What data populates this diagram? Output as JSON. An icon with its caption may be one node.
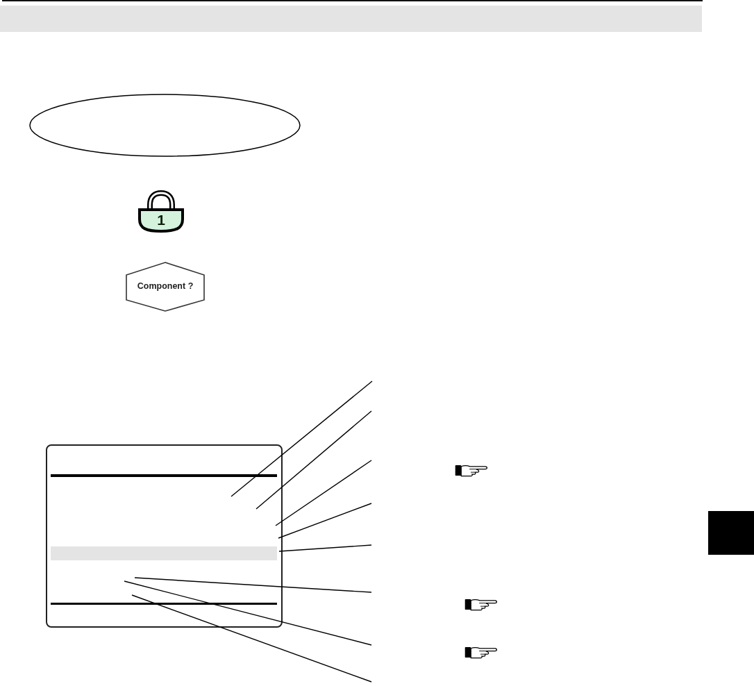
{
  "diagram": {
    "nodes": [
      {
        "text": [],
        "shape": "ellipse"
      },
      {
        "text": [
          "1"
        ]
      },
      {
        "text": [
          "Component ?"
        ]
      },
      {
        "text": [],
        "shape": "box"
      },
      {
        "text": [],
        "shape": "bar",
        "in": 3
      }
    ],
    "edges": [
      {
        "from": null,
        "to": 3,
        "arrow": "none"
      },
      {
        "from": null,
        "to": 3,
        "arrow": "none"
      },
      {
        "from": null,
        "to": 3,
        "arrow": "none"
      },
      {
        "from": null,
        "to": 3,
        "arrow": "none"
      },
      {
        "from": null,
        "to": 4,
        "arrow": "none"
      },
      {
        "from": null,
        "to": 3,
        "arrow": "none"
      },
      {
        "from": null,
        "to": 3,
        "arrow": "none"
      },
      {
        "from": null,
        "to": 3,
        "arrow": "none"
      }
    ]
  }
}
